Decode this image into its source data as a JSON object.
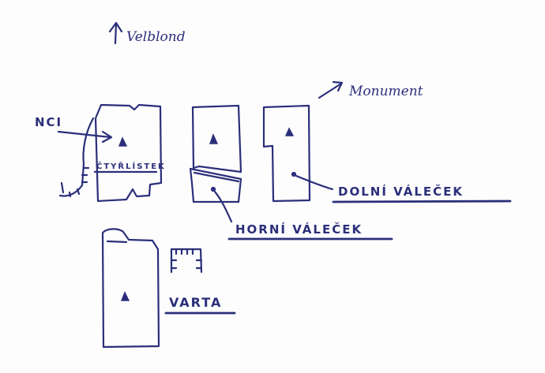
{
  "colors": {
    "ink": "#2b2f7a",
    "paper": "#fdfdfd"
  },
  "directions": {
    "north_label": "Velblond",
    "northeast_label": "Monument"
  },
  "labels": {
    "nci": "NCI",
    "ctyrlistek": "ČTYŘLÍSTEK",
    "dolni_valecek": "DOLNÍ VÁLEČEK",
    "horni_valecek": "HORNÍ VÁLEČEK",
    "varta": "VARTA"
  },
  "icons": {
    "summit_marker": "triangle-icon",
    "route_arrow": "arrow-icon"
  }
}
